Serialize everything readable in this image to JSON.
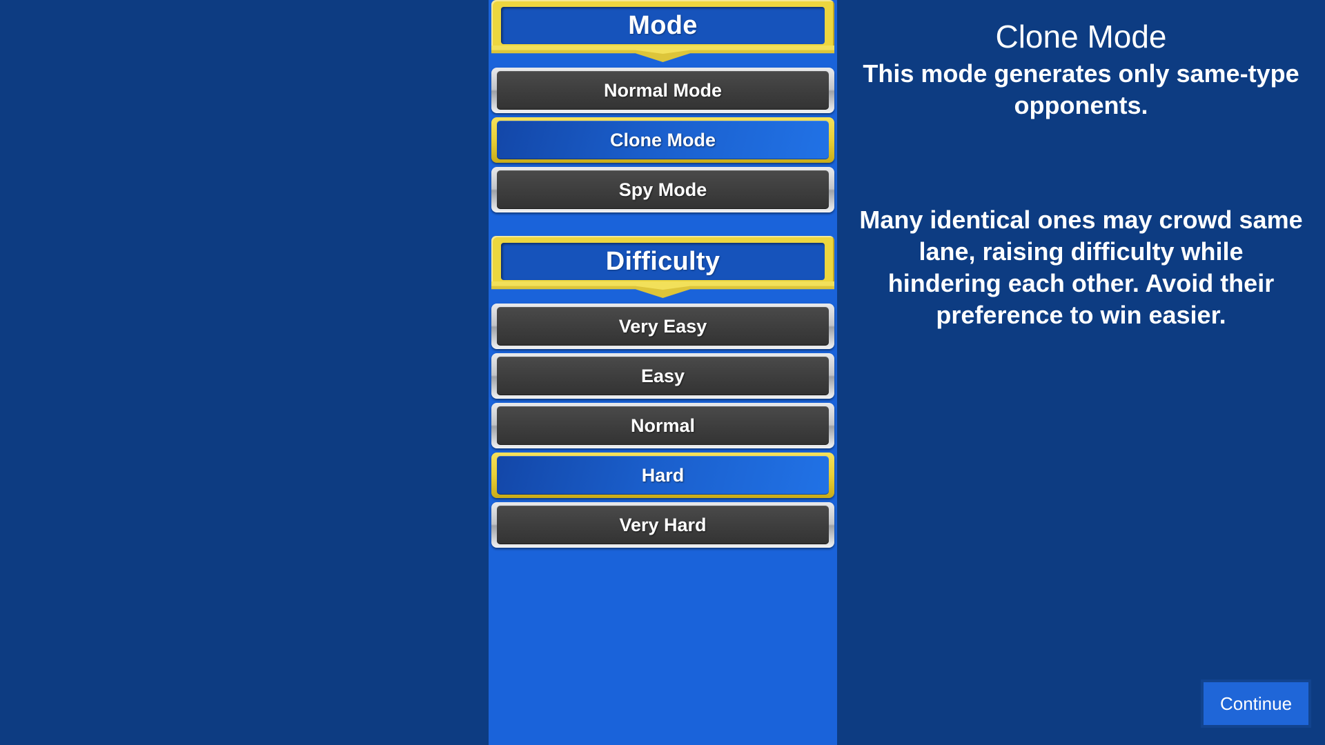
{
  "background_color": "#0d3c82",
  "column_color": "#1a63da",
  "accent_selected_color": "#edd63f",
  "accent_unselected_color": "#c2c4c8",
  "selection_column": {
    "sections": [
      {
        "header": "Mode",
        "options": [
          {
            "label": "Normal Mode",
            "selected": false
          },
          {
            "label": "Clone Mode",
            "selected": true
          },
          {
            "label": "Spy Mode",
            "selected": false
          }
        ]
      },
      {
        "header": "Difficulty",
        "options": [
          {
            "label": "Very Easy",
            "selected": false
          },
          {
            "label": "Easy",
            "selected": false
          },
          {
            "label": "Normal",
            "selected": false
          },
          {
            "label": "Hard",
            "selected": true
          },
          {
            "label": "Very Hard",
            "selected": false
          }
        ]
      }
    ]
  },
  "info_panel": {
    "title": "Clone Mode",
    "subtitle": "This mode generates only same-type opponents.",
    "body": "Many identical ones may crowd same lane, raising difficulty while hindering each other. Avoid their preference to win easier."
  },
  "footer": {
    "continue_label": "Continue"
  }
}
